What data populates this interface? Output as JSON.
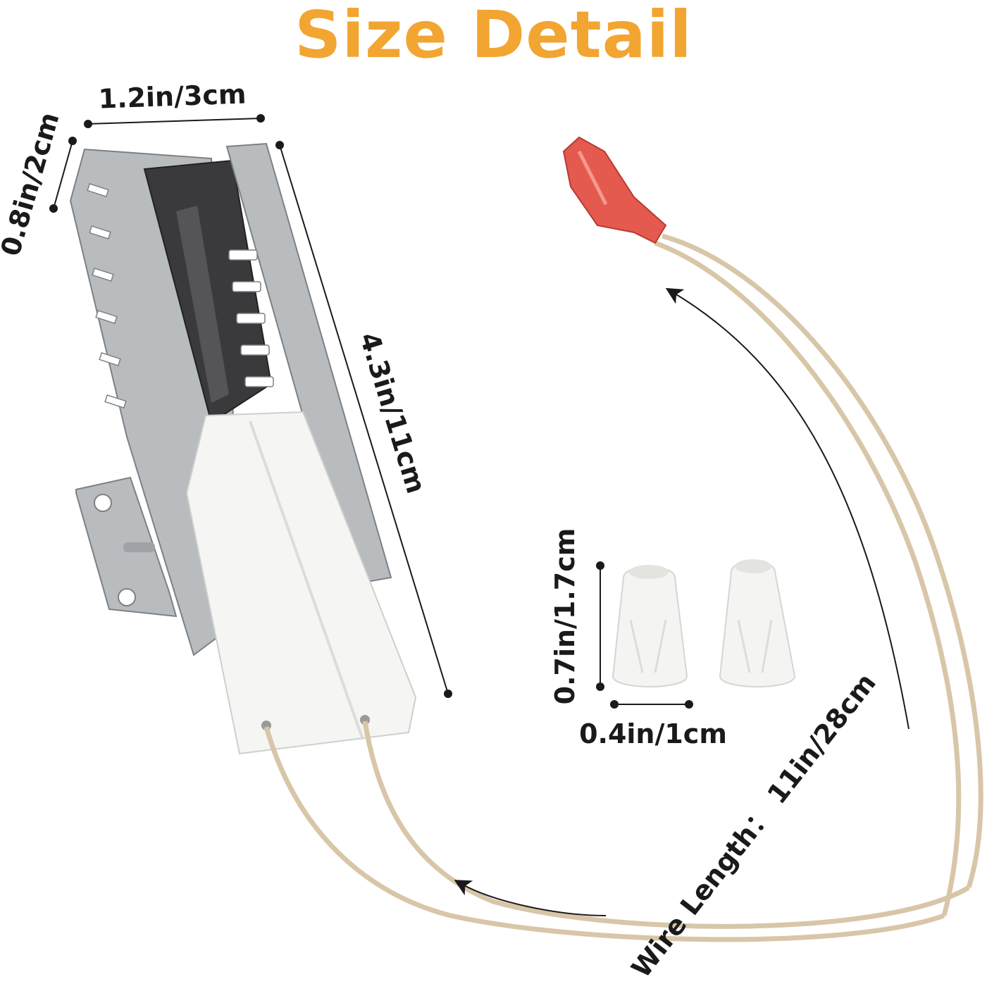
{
  "title": "Size Detail",
  "colors": {
    "title": "#f2a531",
    "steel": "#b9bcbf",
    "steel_dark": "#7d8084",
    "ceramic": "#f5f5f3",
    "element": "#3a3a3c",
    "wire": "#d8c6a8",
    "connector": "#e45a4f",
    "nut": "#f4f4f2"
  },
  "dimensions": {
    "width": "1.2in/3cm",
    "depth": "0.8in/2cm",
    "length": "4.3in/11cm",
    "nut_height": "0.7in/1.7cm",
    "nut_width": "0.4in/1cm",
    "wire_length": "Wire Length： 11in/28cm"
  },
  "icons": [
    "igniter-illustration",
    "wire-lead-illustration",
    "wire-nut-illustration",
    "arrow-icon"
  ]
}
